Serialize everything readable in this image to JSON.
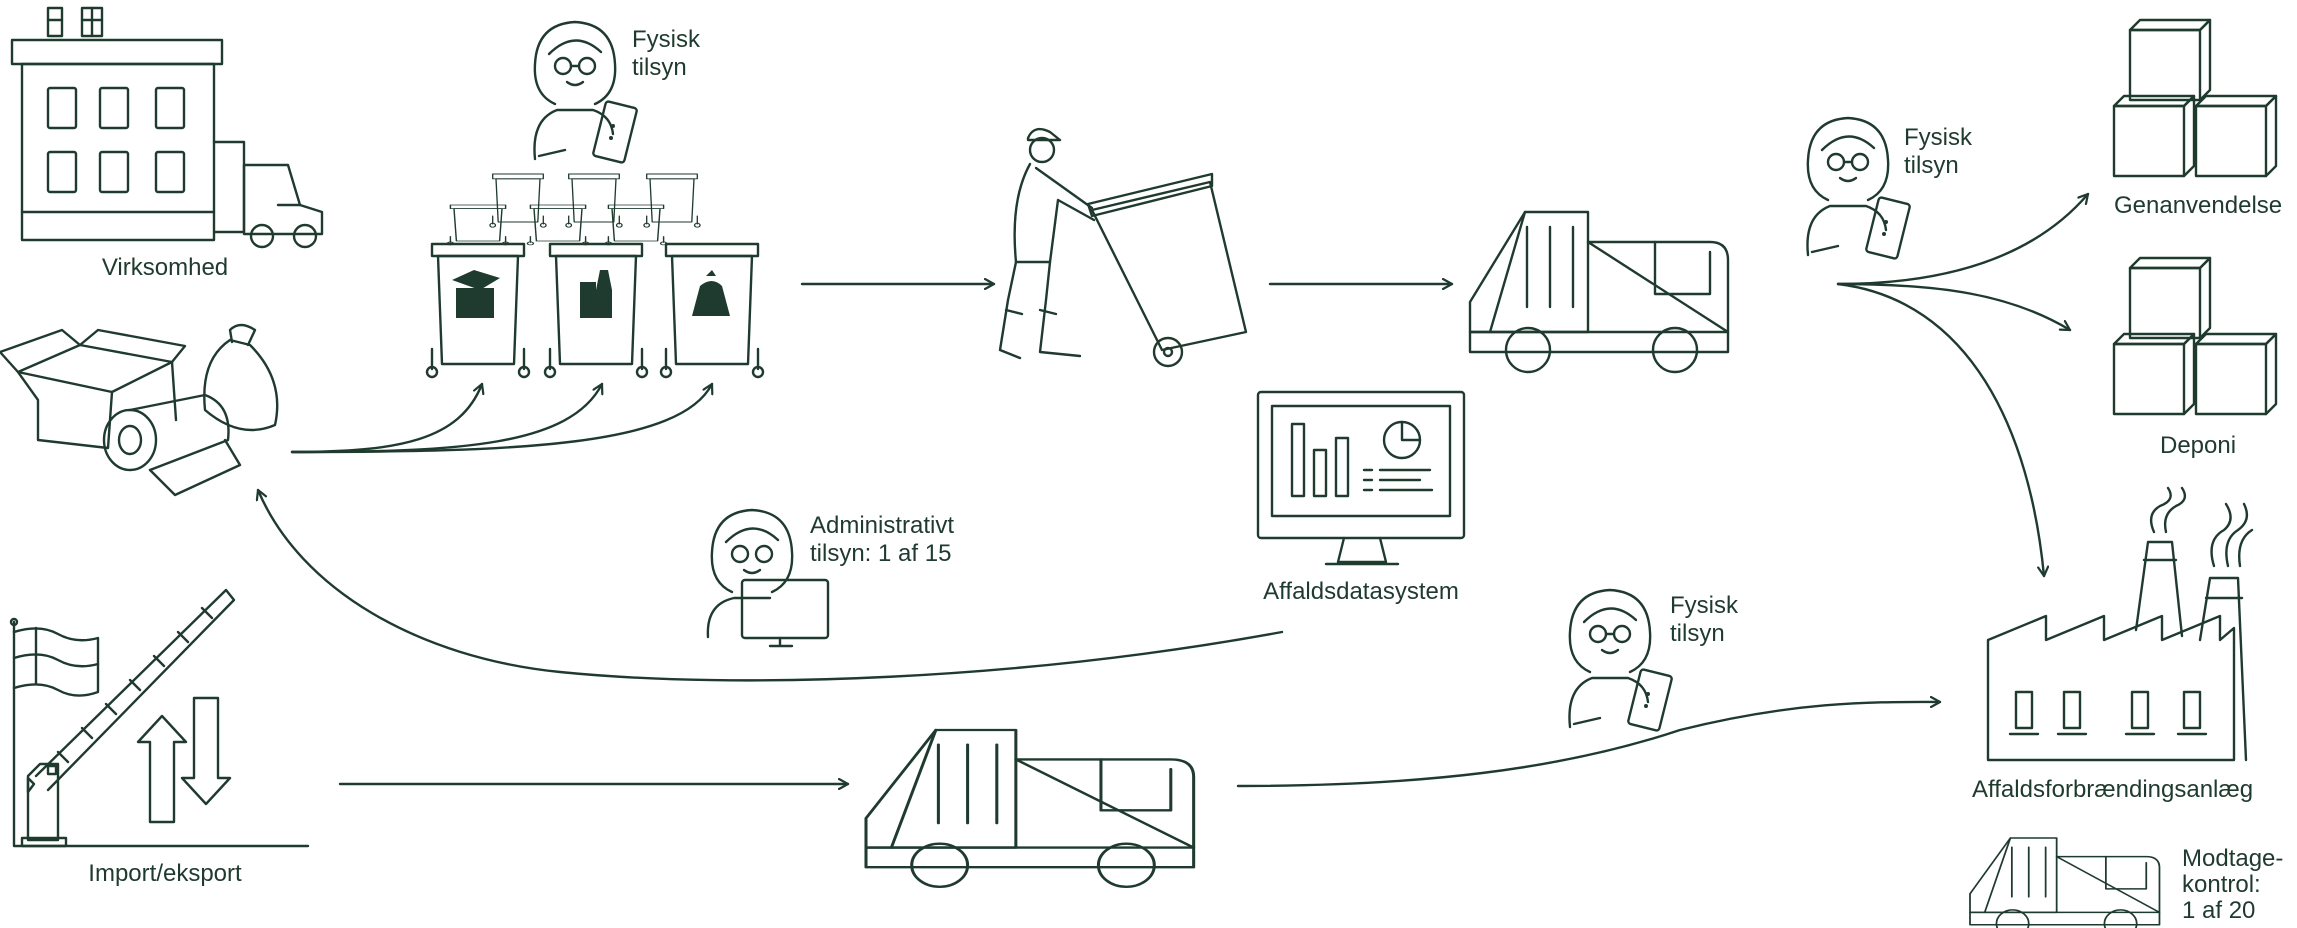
{
  "colors": {
    "ink": "#1f3a2e",
    "background": "#ffffff"
  },
  "labels": {
    "virksomhed": "Virksomhed",
    "fysisk_tilsyn_top": "Fysisk\ntilsyn",
    "fysisk_tilsyn_right": "Fysisk\ntilsyn",
    "fysisk_tilsyn_bottom": "Fysisk\ntilsyn",
    "administrativt_tilsyn": "Administrativt\ntilsyn: 1 af 15",
    "affaldsdatasystem": "Affaldsdatasystem",
    "genanvendelse": "Genanvendelse",
    "deponi": "Deponi",
    "affaldsforbraendingsanlaeg": "Affaldsforbrændingsanlæg",
    "modtagekontrol": "Modtage-\nkontrol:\n1 af 20",
    "import_eksport": "Import/eksport"
  },
  "icons": [
    "office-building-icon",
    "van-icon",
    "inspector-tablet-icon",
    "waste-bins-icon",
    "waste-items-icon",
    "waste-collector-icon",
    "garbage-truck-icon",
    "cube-stack-icon",
    "computer-dashboard-icon",
    "inspector-computer-icon",
    "incineration-plant-icon",
    "border-barrier-icon",
    "danish-flag-icon",
    "import-export-arrows-icon",
    "small-truck-icon"
  ]
}
